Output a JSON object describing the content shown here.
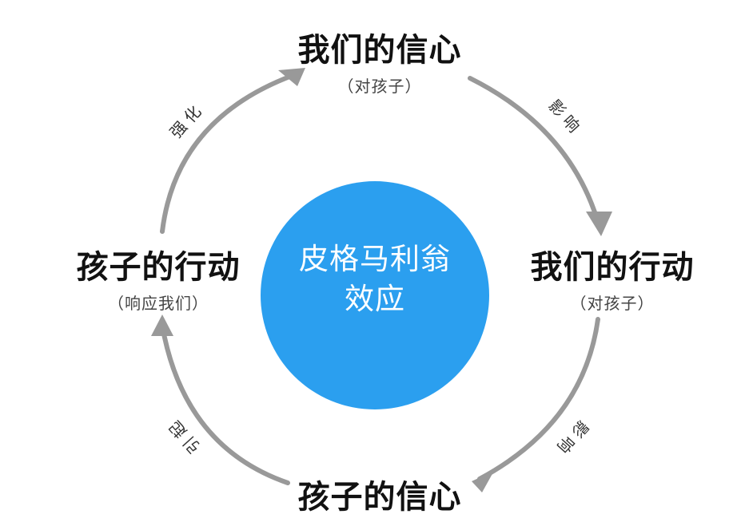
{
  "colors": {
    "circle": "#2b9fef",
    "arrow": "#999999"
  },
  "center": {
    "line1": "皮格马利翁",
    "line2": "效应"
  },
  "nodes": {
    "top": {
      "title": "我们的信心",
      "subtitle": "（对孩子）"
    },
    "right": {
      "title": "我们的行动",
      "subtitle": "（对孩子）"
    },
    "bottom": {
      "title": "孩子的信心"
    },
    "left": {
      "title": "孩子的行动",
      "subtitle": "（响应我们）"
    }
  },
  "edges": {
    "top_right": "影响",
    "right_bottom": "影响",
    "bottom_left": "引起",
    "left_top": "强化"
  }
}
